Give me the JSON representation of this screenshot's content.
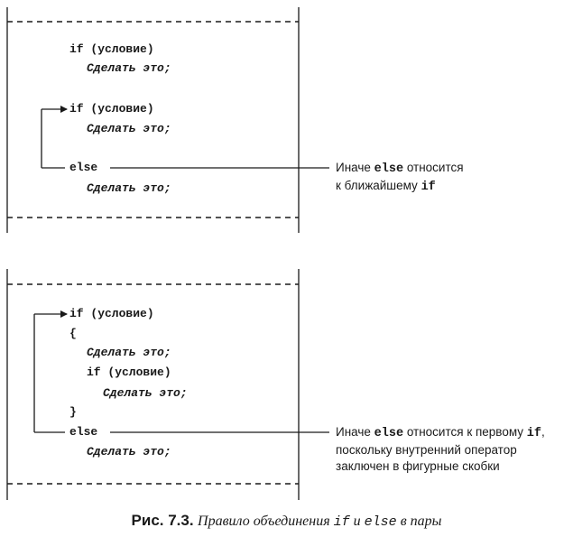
{
  "panel1": {
    "code": {
      "if_line": "if (условие)",
      "action1": "Сделать это;",
      "if2_line": "if (условие)",
      "action2": "Сделать это;",
      "else_line": "else",
      "action3": "Сделать это;"
    },
    "note": {
      "line1_prefix": "Иначе ",
      "line1_kw": "else",
      "line1_suffix": " относится",
      "line2_prefix": "к ближайшему ",
      "line2_kw": "if"
    }
  },
  "panel2": {
    "code": {
      "if_line": "if (условие)",
      "open_brace": "{",
      "action1": "Сделать это;",
      "inner_if": "if (условие)",
      "inner_action": "Сделать это;",
      "close_brace": "}",
      "else_line": "else",
      "action2": "Сделать это;"
    },
    "note": {
      "line1_prefix": "Иначе ",
      "line1_kw": "else",
      "line1_mid": " относится к первому ",
      "line1_kw2": "if",
      "line1_suffix": ",",
      "line2": "поскольку внутренний оператор",
      "line3": "заключен в фигурные скобки"
    }
  },
  "caption": {
    "fig_label": "Рис. 7.3.",
    "text_before": "Правило объединения ",
    "kw_if": "if",
    "text_and": " и ",
    "kw_else": "else",
    "text_after": " в пары"
  }
}
